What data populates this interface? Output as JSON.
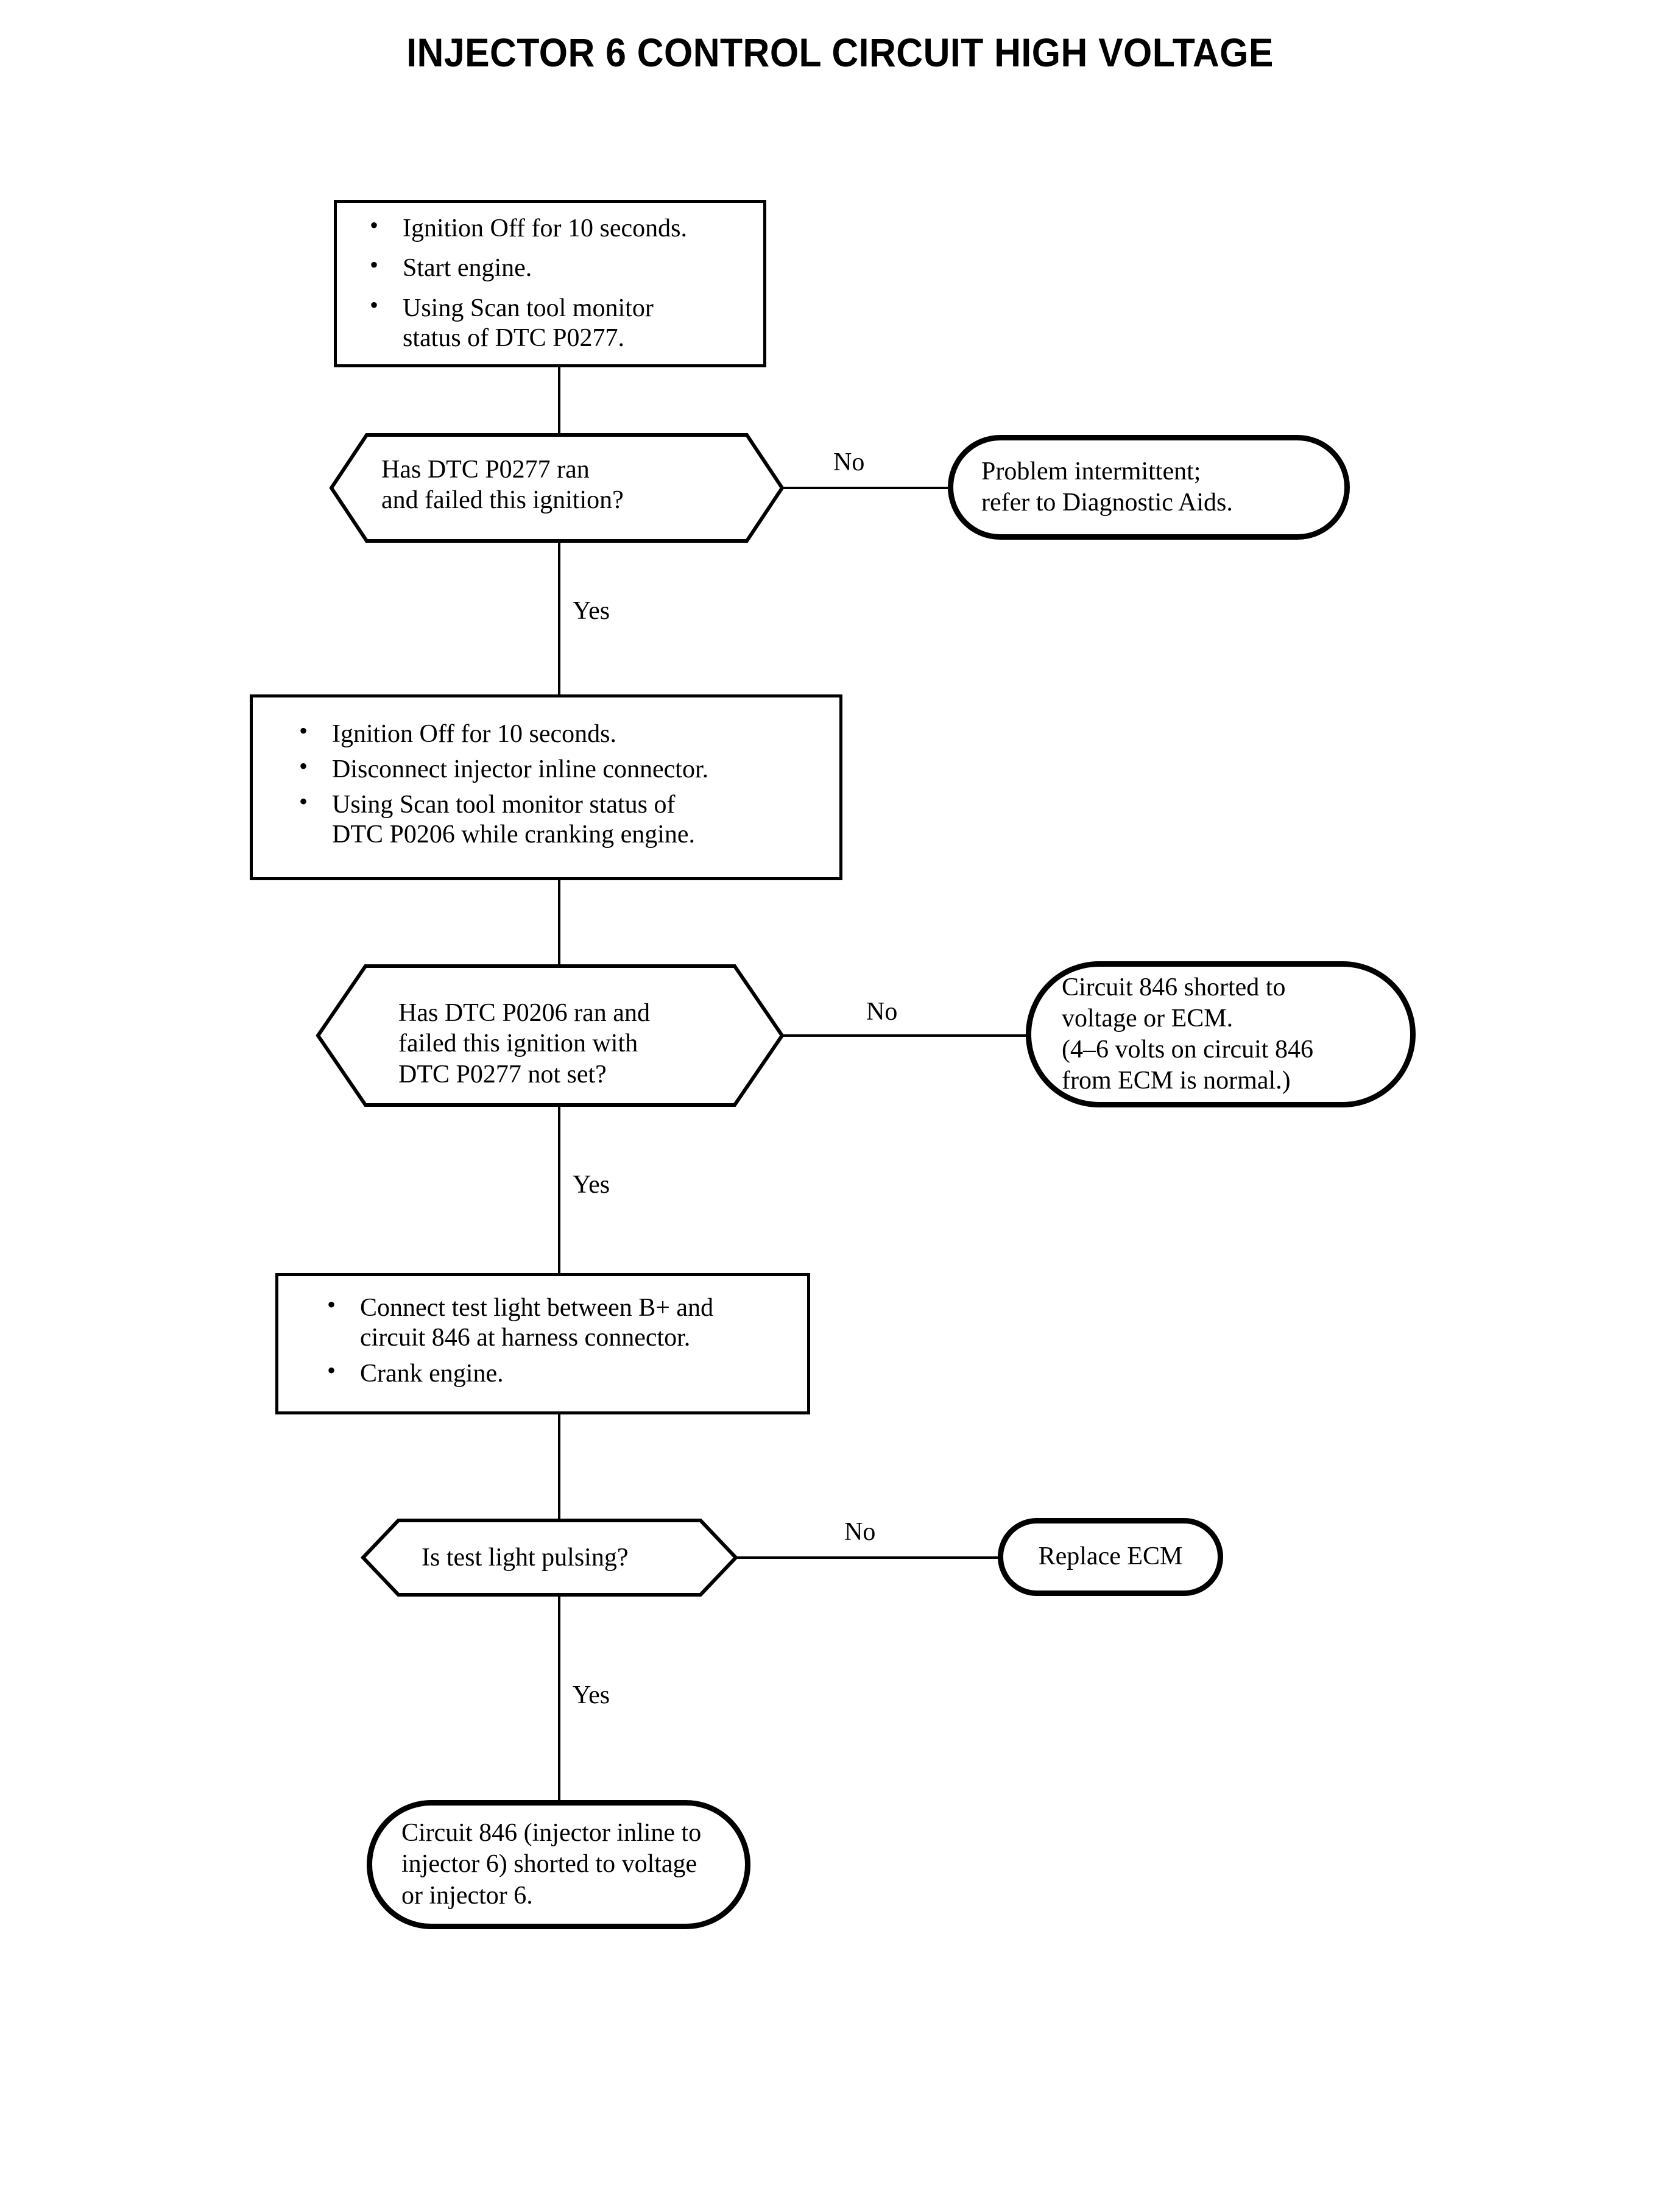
{
  "title": "INJECTOR 6 CONTROL CIRCUIT HIGH VOLTAGE",
  "colors": {
    "ink": "#000000",
    "page": "#ffffff"
  },
  "nodes": {
    "step1": {
      "type": "process",
      "bullets": [
        "Ignition Off for 10 seconds.",
        "Start engine.",
        "Using Scan tool monitor\nstatus of DTC P0277."
      ]
    },
    "decision1": {
      "type": "decision",
      "text": "Has DTC P0277 ran\nand failed this ignition?"
    },
    "terminal1": {
      "type": "terminal",
      "text": "Problem intermittent;\nrefer to Diagnostic Aids."
    },
    "step2": {
      "type": "process",
      "bullets": [
        "Ignition Off for 10 seconds.",
        "Disconnect injector inline connector.",
        "Using Scan tool monitor status of\nDTC P0206 while cranking engine."
      ]
    },
    "decision2": {
      "type": "decision",
      "text": "Has DTC P0206 ran and\nfailed this ignition with\nDTC P0277 not set?"
    },
    "terminal2": {
      "type": "terminal",
      "text": "Circuit 846 shorted to\nvoltage or ECM.\n(4–6 volts on circuit 846\nfrom ECM is normal.)"
    },
    "step3": {
      "type": "process",
      "bullets": [
        "Connect test light between B+ and\ncircuit 846 at harness connector.",
        "Crank engine."
      ]
    },
    "decision3": {
      "type": "decision",
      "text": "Is test light pulsing?"
    },
    "terminal3": {
      "type": "terminal",
      "text": "Replace ECM"
    },
    "terminal4": {
      "type": "terminal",
      "text": "Circuit 846 (injector inline to\ninjector 6) shorted to voltage\nor injector 6."
    }
  },
  "edges": {
    "no1": "No",
    "yes1": "Yes",
    "no2": "No",
    "yes2": "Yes",
    "no3": "No",
    "yes3": "Yes"
  }
}
